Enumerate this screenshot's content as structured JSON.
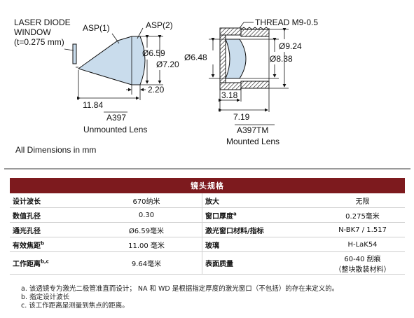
{
  "diagram": {
    "left": {
      "window_label_1": "LASER DIODE",
      "window_label_2": "WINDOW",
      "window_label_3": "(t=0.275 mm)",
      "asp1": "ASP(1)",
      "asp2": "ASP(2)",
      "dim_659": "Ø6.59",
      "dim_720": "Ø7.20",
      "dim_220": "2.20",
      "dim_1184": "11.84",
      "part": "A397",
      "caption": "Unmounted Lens"
    },
    "right": {
      "thread": "THREAD M9-0.5",
      "dim_648": "Ø6.48",
      "dim_924": "Ø9.24",
      "dim_838": "Ø8.38",
      "dim_318": "3.18",
      "dim_719": "7.19",
      "part": "A397TM",
      "caption": "Mounted Lens"
    },
    "all_dims": "All Dimensions in mm"
  },
  "table": {
    "header": "镜头规格",
    "rows": [
      {
        "l1": "设计波长",
        "v1": "670纳米",
        "l2": "放大",
        "l2sup": "",
        "v2": "无限",
        "v2b": ""
      },
      {
        "l1": "数值孔径",
        "l1sup": "",
        "v1": "0.30",
        "l2": "窗口厚度",
        "l2sup": "a",
        "v2": "0.275毫米",
        "v2b": ""
      },
      {
        "l1": "通光孔径",
        "l1sup": "",
        "v1": "Ø6.59毫米",
        "l2": "激光窗口材料/指标",
        "l2sup": "",
        "v2": "N-BK7 / 1.517",
        "v2b": ""
      },
      {
        "l1": "有效焦距",
        "l1sup": "b",
        "v1": "11.00 毫米",
        "l2": "玻璃",
        "l2sup": "",
        "v2": "H-LaK54",
        "v2b": ""
      },
      {
        "l1": "工作距离",
        "l1sup": "b,c",
        "v1": "9.64毫米",
        "l2": "表面质量",
        "l2sup": "",
        "v2": "60-40 刮痕",
        "v2b": "（整块散装材料）"
      }
    ]
  },
  "notes": [
    "a. 该透镜专为激光二极管准直而设计； NA 和 WD 是根据指定厚度的激光窗口（不包括）的存在来定义的。",
    "b. 指定设计波长",
    "c. 该工作距离是测量到焦点的距离。"
  ]
}
